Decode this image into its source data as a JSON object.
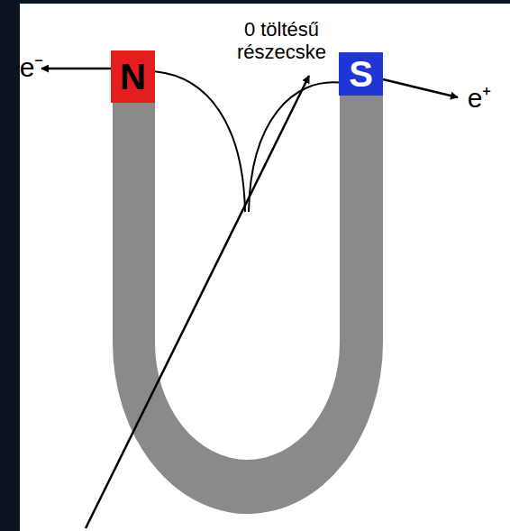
{
  "diagram": {
    "nodes": [
      {
        "text": [
          "N"
        ]
      },
      {
        "text": [
          "S"
        ]
      }
    ],
    "edges": [
      {
        "from": 0,
        "to": 1,
        "arrow": "none"
      }
    ],
    "labels": [
      "0 töltésű részecske",
      "e⁻",
      "e⁺"
    ]
  }
}
